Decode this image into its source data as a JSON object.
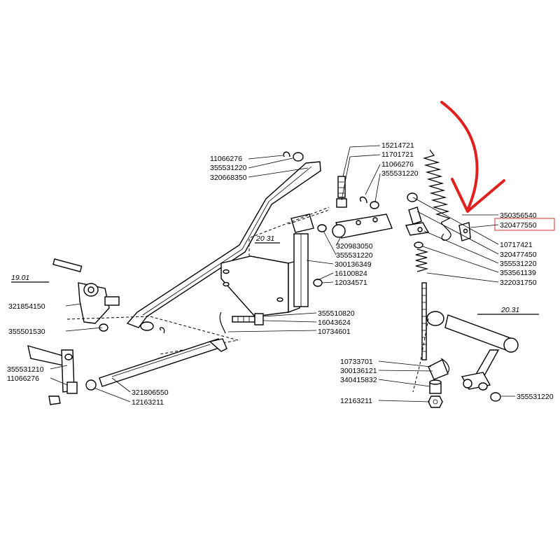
{
  "references": {
    "left": "19.01",
    "center": "20 31",
    "right": "20.31"
  },
  "labels": {
    "p11066276_top": "11066276",
    "p355531220_top": "355531220",
    "p320668350": "320668350",
    "p15214721": "15214721",
    "p11701721": "11701721",
    "p11066276_mid": "11066276",
    "p355531220_mid": "355531220",
    "p350356540": "350356540",
    "p320477550": "320477550",
    "p10717421": "10717421",
    "p320477450": "320477450",
    "p355531220_r": "355531220",
    "p353561139": "353561139",
    "p322031750": "322031750",
    "p320983050": "320983050",
    "p355531220_c": "355531220",
    "p300136349": "300136349",
    "p16100824": "16100824",
    "p12034571": "12034571",
    "p321854150": "321854150",
    "p355501530": "355501530",
    "p355510820": "355510820",
    "p16043624": "16043624",
    "p10734601": "10734601",
    "p355531210": "355531210",
    "p11066276_low": "11066276",
    "p321806550": "321806550",
    "p12163211_l": "12163211",
    "p10733701": "10733701",
    "p300136121": "300136121",
    "p340415832": "340415832",
    "p12163211_r": "12163211",
    "p355531220_br": "355531220"
  },
  "highlight": {
    "part": "320477550",
    "box_color": "#d9534f",
    "arrow_color": "#e0201c"
  }
}
